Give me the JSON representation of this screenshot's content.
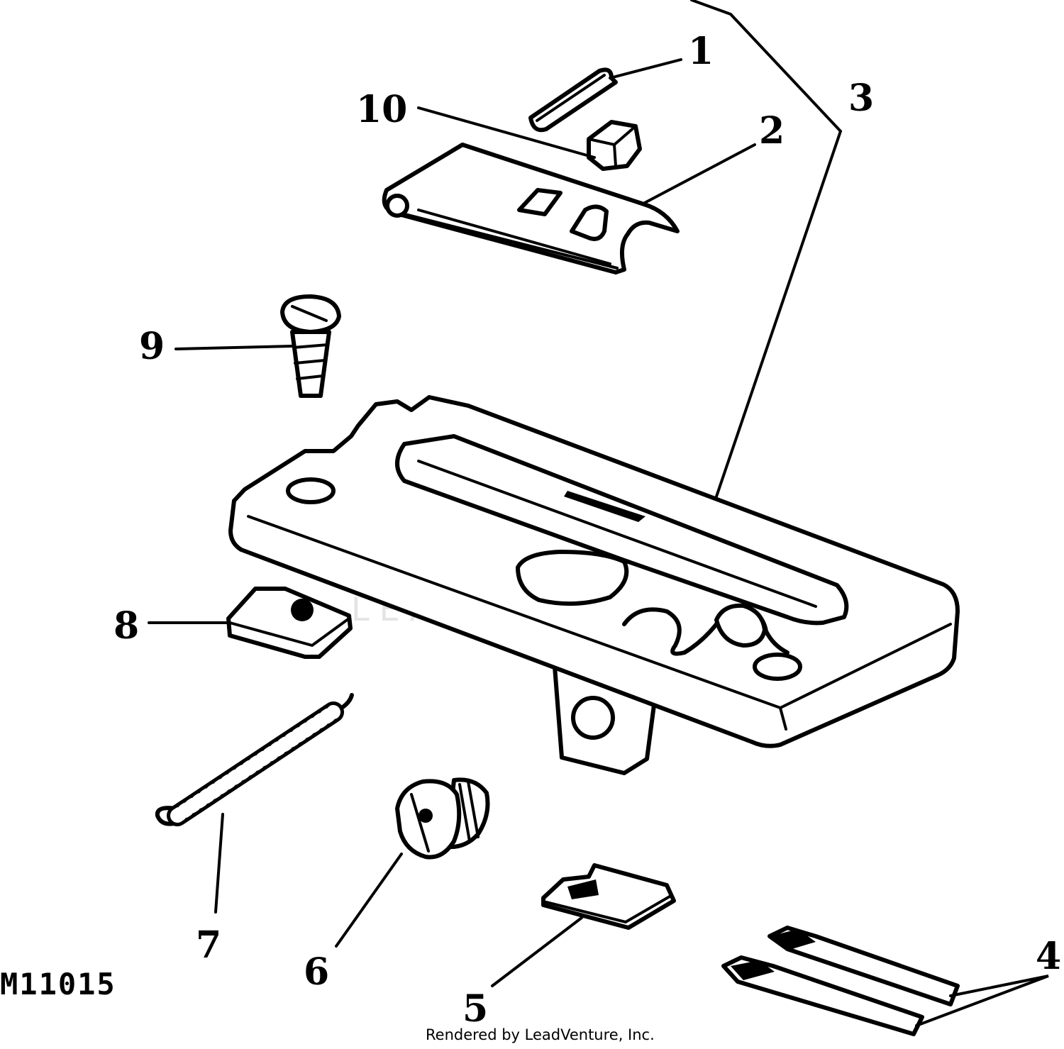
{
  "figure_id": "M11015",
  "credit": "Rendered by LeadVenture, Inc.",
  "watermark": "LEADVENTURE",
  "callouts": [
    {
      "id": "callout-1",
      "label": "1"
    },
    {
      "id": "callout-2",
      "label": "2"
    },
    {
      "id": "callout-3",
      "label": "3"
    },
    {
      "id": "callout-4",
      "label": "4"
    },
    {
      "id": "callout-5",
      "label": "5"
    },
    {
      "id": "callout-6",
      "label": "6"
    },
    {
      "id": "callout-7",
      "label": "7"
    },
    {
      "id": "callout-8",
      "label": "8"
    },
    {
      "id": "callout-9",
      "label": "9"
    },
    {
      "id": "callout-10",
      "label": "10"
    }
  ]
}
